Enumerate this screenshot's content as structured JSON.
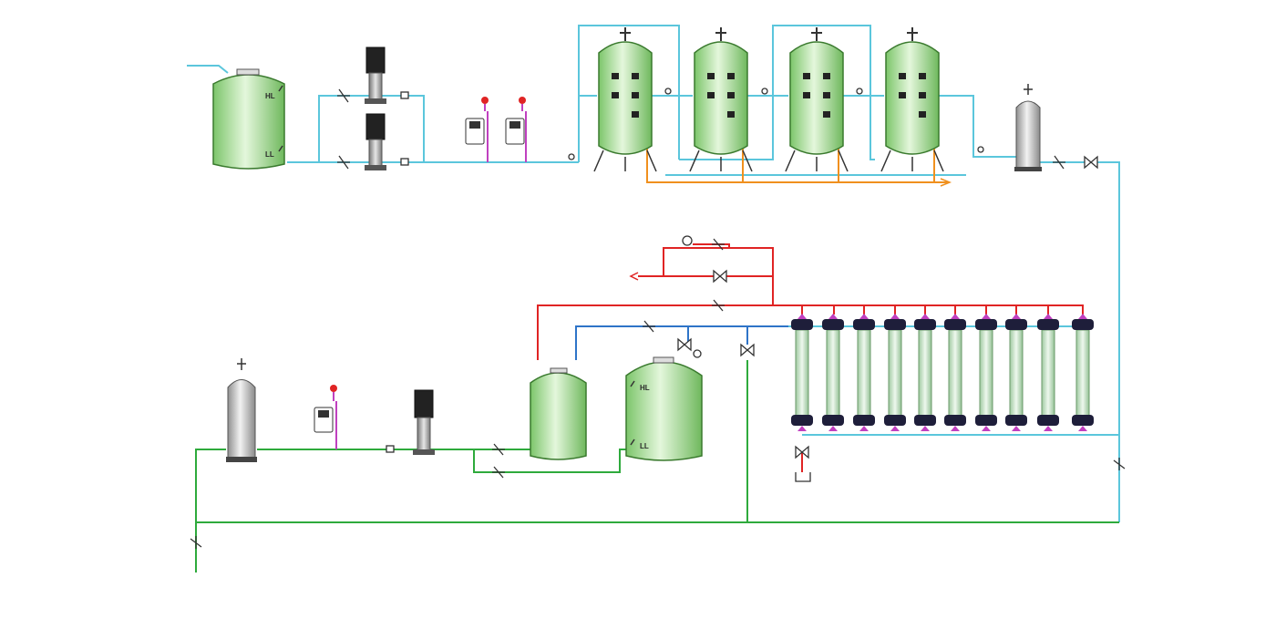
{
  "colors": {
    "raw_water_line": "#5bc6dc",
    "filter_drain_line": "#f0901e",
    "product_water_line": "#e02424",
    "concentrate_line": "#2e74c8",
    "return_line": "#2eaa3c",
    "tank_green": "#b6e6a4",
    "vessel_gray": "#c8c8c8"
  },
  "tank_labels": {
    "raw_tank_hl": "HL",
    "raw_tank_ll": "LL",
    "clean_tank_hl": "HL",
    "clean_tank_ll": "LL"
  }
}
